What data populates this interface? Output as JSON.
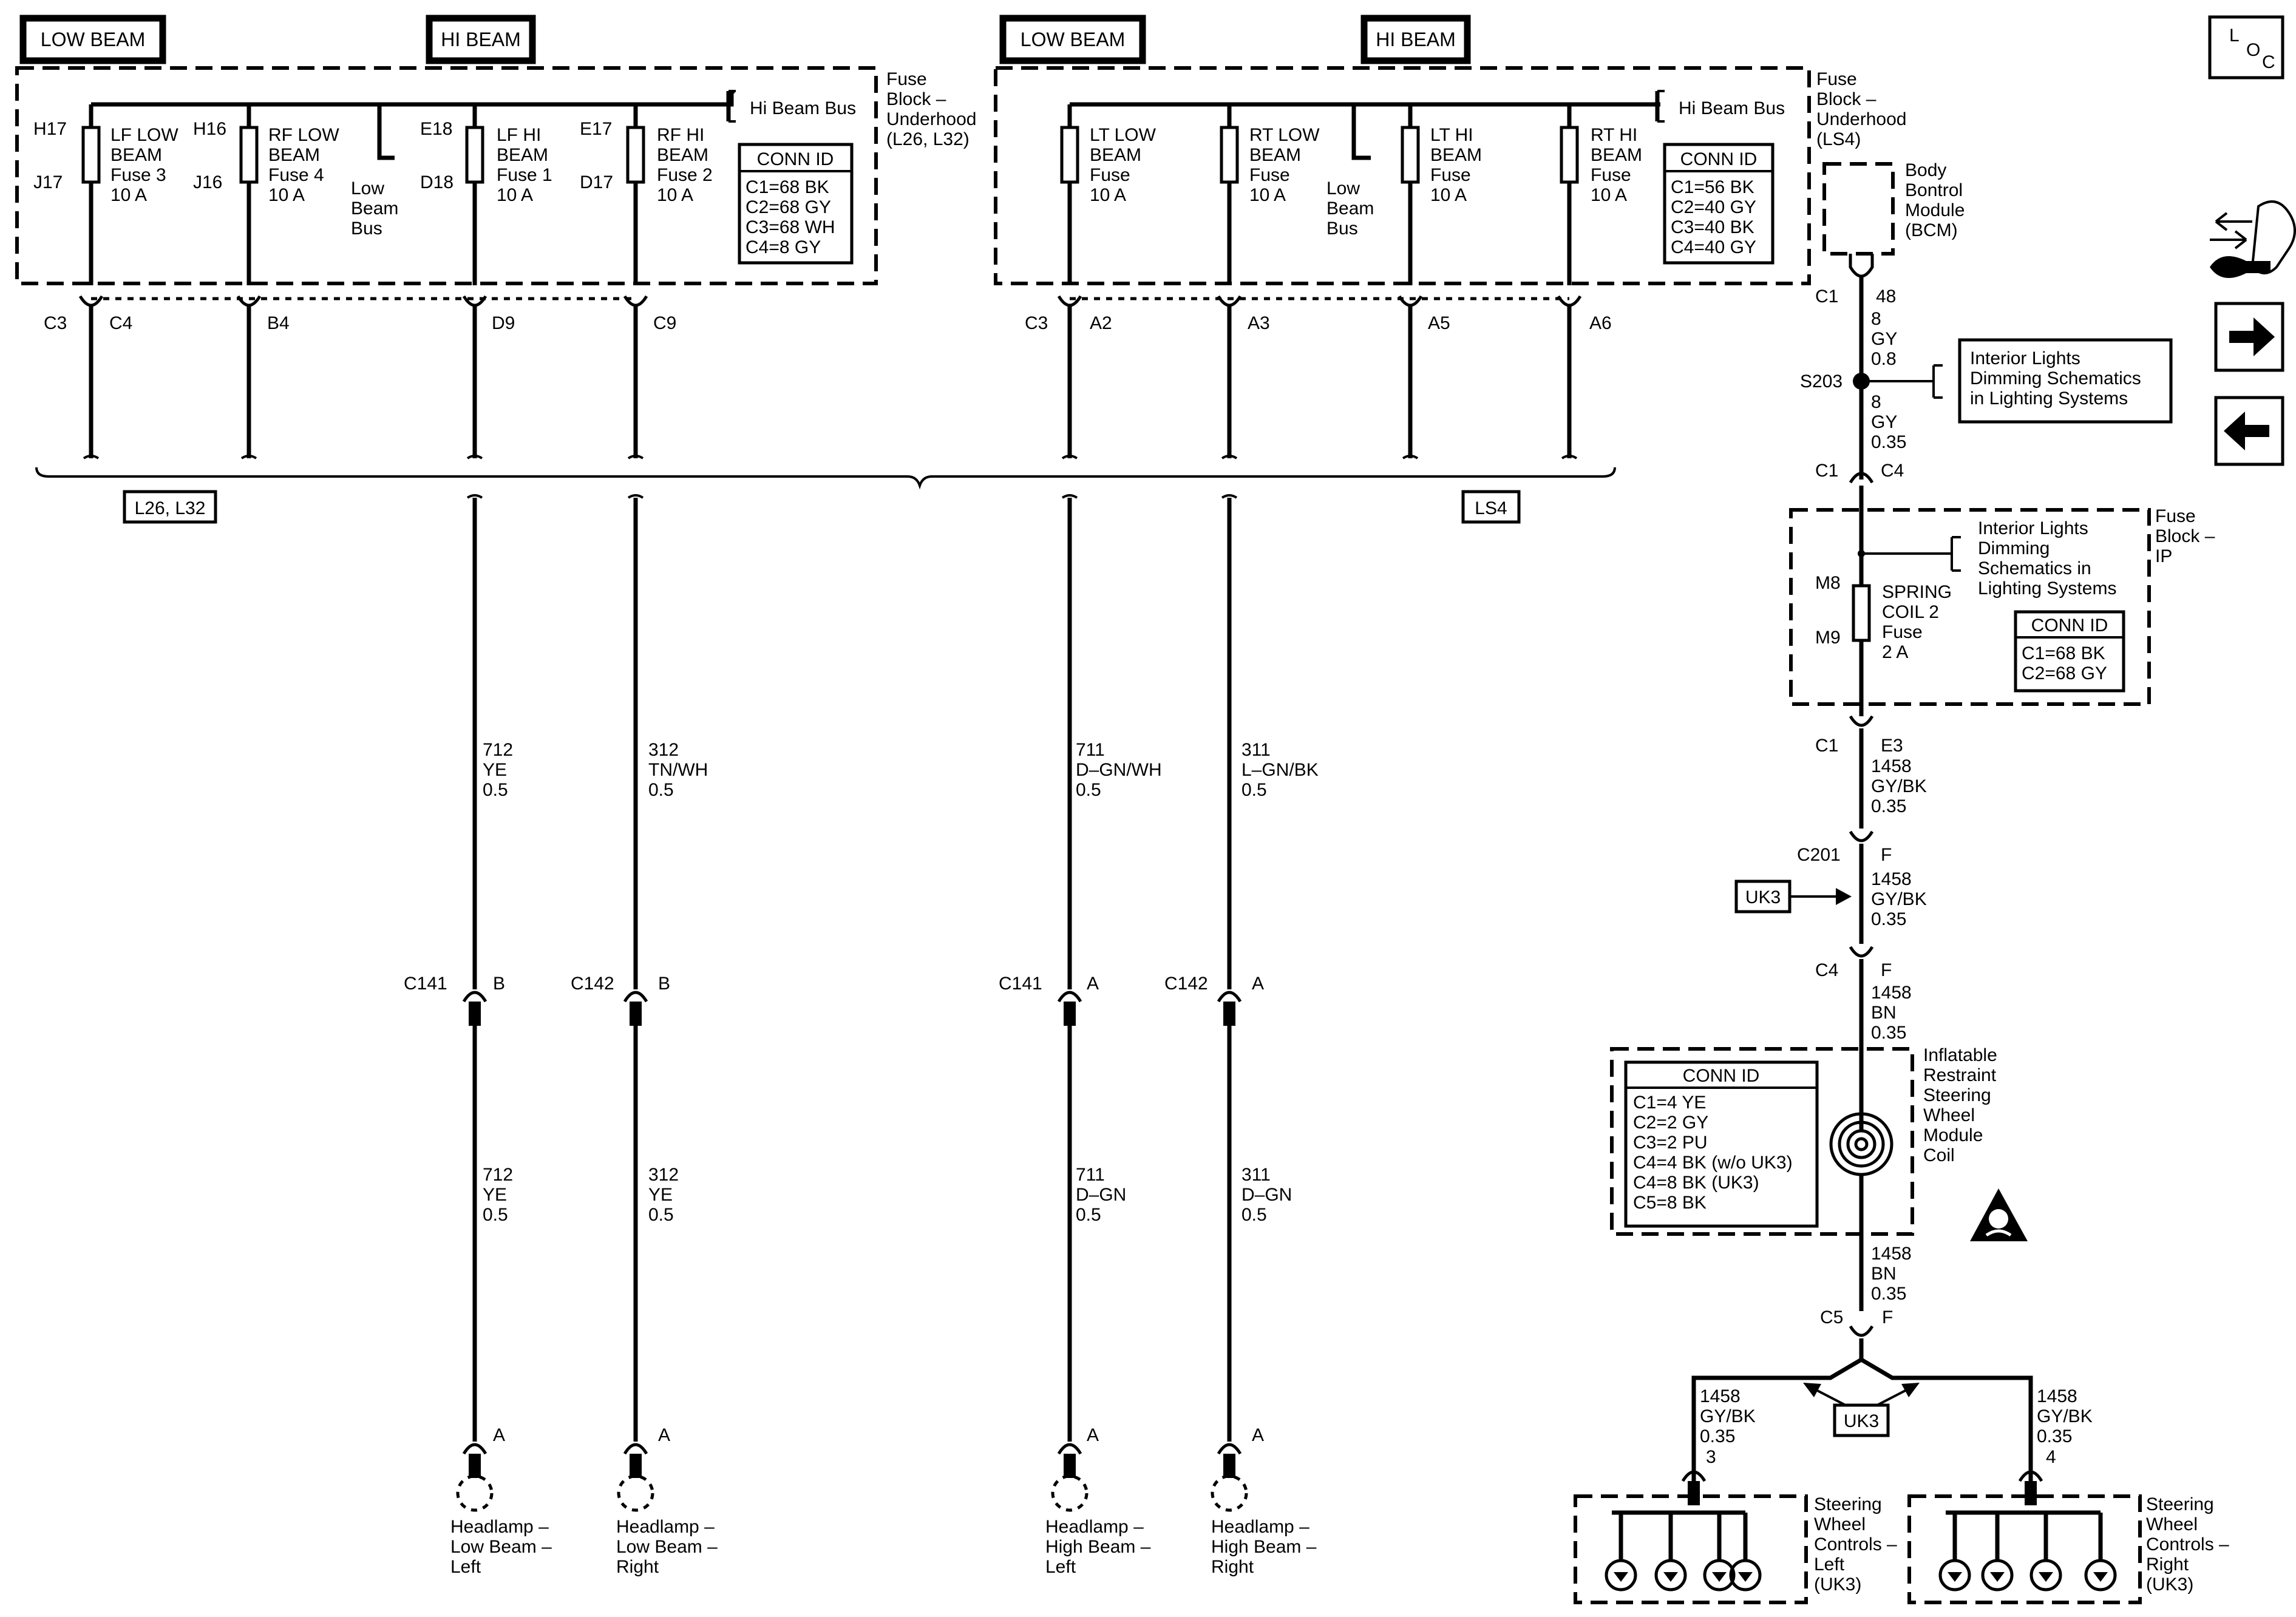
{
  "tabs": [
    {
      "id": "low1",
      "label": "LOW BEAM"
    },
    {
      "id": "hi1",
      "label": "HI BEAM"
    },
    {
      "id": "low2",
      "label": "LOW BEAM"
    },
    {
      "id": "hi2",
      "label": "HI BEAM"
    }
  ],
  "loc_icon": {
    "l": "L",
    "o": "O",
    "c": "C"
  },
  "fuse_block_l26": {
    "title": [
      "Fuse",
      "Block –",
      "Underhood",
      "(L26, L32)"
    ],
    "hi_beam_bus": "Hi Beam Bus",
    "low_beam_bus": [
      "Low",
      "Beam",
      "Bus"
    ],
    "conn_id": {
      "title": "CONN ID",
      "lines": [
        "C1=68 BK",
        "C2=68 GY",
        "C3=68 WH",
        "C4=8 GY"
      ]
    },
    "fuses": [
      {
        "top": "H17",
        "bottom": "J17",
        "label": [
          "LF LOW",
          "BEAM",
          "Fuse 3",
          "10 A"
        ]
      },
      {
        "top": "H16",
        "bottom": "J16",
        "label": [
          "RF LOW",
          "BEAM",
          "Fuse 4",
          "10 A"
        ]
      },
      {
        "top": "E18",
        "bottom": "D18",
        "label": [
          "LF HI",
          "BEAM",
          "Fuse 1",
          "10 A"
        ]
      },
      {
        "top": "E17",
        "bottom": "D17",
        "label": [
          "RF HI",
          "BEAM",
          "Fuse 2",
          "10 A"
        ]
      }
    ],
    "connectors": [
      "C3",
      "C4",
      "B4",
      "D9",
      "C9"
    ]
  },
  "fuse_block_ls4": {
    "title": [
      "Fuse",
      "Block –",
      "Underhood",
      "(LS4)"
    ],
    "hi_beam_bus": "Hi Beam Bus",
    "low_beam_bus": [
      "Low",
      "Beam",
      "Bus"
    ],
    "conn_id": {
      "title": "CONN ID",
      "lines": [
        "C1=56 BK",
        "C2=40 GY",
        "C3=40 BK",
        "C4=40 GY"
      ]
    },
    "fuses": [
      {
        "label": [
          "LT LOW",
          "BEAM",
          "Fuse",
          "10 A"
        ]
      },
      {
        "label": [
          "RT LOW",
          "BEAM",
          "Fuse",
          "10 A"
        ]
      },
      {
        "label": [
          "LT HI",
          "BEAM",
          "Fuse",
          "10 A"
        ]
      },
      {
        "label": [
          "RT HI",
          "BEAM",
          "Fuse",
          "10 A"
        ]
      }
    ],
    "connectors": [
      "C3",
      "A2",
      "A3",
      "A5",
      "A6"
    ]
  },
  "options": {
    "left": "L26, L32",
    "right": "LS4"
  },
  "wires": [
    {
      "upper": [
        "712",
        "YE",
        "0.5"
      ],
      "conn": "C141",
      "pin": "B",
      "lower": [
        "712",
        "YE",
        "0.5"
      ],
      "lamp_pin": "A",
      "lamp": [
        "Headlamp –",
        "Low Beam –",
        "Left"
      ]
    },
    {
      "upper": [
        "312",
        "TN/WH",
        "0.5"
      ],
      "conn": "C142",
      "pin": "B",
      "lower": [
        "312",
        "YE",
        "0.5"
      ],
      "lamp_pin": "A",
      "lamp": [
        "Headlamp –",
        "Low Beam –",
        "Right"
      ]
    },
    {
      "upper": [
        "711",
        "D–GN/WH",
        "0.5"
      ],
      "conn": "C141",
      "pin": "A",
      "lower": [
        "711",
        "D–GN",
        "0.5"
      ],
      "lamp_pin": "A",
      "lamp": [
        "Headlamp –",
        "High Beam –",
        "Left"
      ]
    },
    {
      "upper": [
        "311",
        "L–GN/BK",
        "0.5"
      ],
      "conn": "C142",
      "pin": "A",
      "lower": [
        "311",
        "D–GN",
        "0.5"
      ],
      "lamp_pin": "A",
      "lamp": [
        "Headlamp –",
        "High Beam –",
        "Right"
      ]
    }
  ],
  "bcm": {
    "label": [
      "Body",
      "Bontrol",
      "Module",
      "(BCM)"
    ],
    "conn": "C1",
    "pin": "48",
    "wire1": [
      "8",
      "GY",
      "0.8"
    ],
    "splice": "S203",
    "wire2": [
      "8",
      "GY",
      "0.35"
    ],
    "ref_box": [
      "Interior Lights",
      "Dimming Schematics",
      "in Lighting Systems"
    ]
  },
  "fuse_block_ip": {
    "c1": "C1",
    "c4": "C4",
    "title": [
      "Fuse",
      "Block –",
      "IP"
    ],
    "ref": [
      "Interior Lights",
      "Dimming",
      "Schematics in",
      "Lighting Systems"
    ],
    "top": "M8",
    "bottom": "M9",
    "fuse": [
      "SPRING",
      "COIL 2",
      "Fuse",
      "2 A"
    ],
    "conn_id": {
      "title": "CONN ID",
      "lines": [
        "C1=68 BK",
        "C2=68 GY"
      ]
    },
    "out_conn": "C1",
    "out_pin": "E3",
    "wire": [
      "1458",
      "GY/BK",
      "0.35"
    ]
  },
  "c201": {
    "conn": "C201",
    "pin": "F",
    "wire": [
      "1458",
      "GY/BK",
      "0.35"
    ],
    "option": "UK3"
  },
  "c4_coil": {
    "conn": "C4",
    "pin": "F",
    "wire": [
      "1458",
      "BN",
      "0.35"
    ]
  },
  "coil": {
    "label": [
      "Inflatable",
      "Restraint",
      "Steering",
      "Wheel",
      "Module",
      "Coil"
    ],
    "conn_id": {
      "title": "CONN ID",
      "lines": [
        "C1=4 YE",
        "C2=2 GY",
        "C3=2 PU",
        "C4=4 BK (w/o UK3)",
        "C4=8 BK (UK3)",
        "C5=8 BK"
      ]
    },
    "wire_out": [
      "1458",
      "BN",
      "0.35"
    ],
    "out_conn": "C5",
    "out_pin": "F"
  },
  "steering_controls": {
    "option": "UK3",
    "left": {
      "wire": [
        "1458",
        "GY/BK",
        "0.35"
      ],
      "pin": "3",
      "label": [
        "Steering",
        "Wheel",
        "Controls –",
        "Left",
        "(UK3)"
      ]
    },
    "right": {
      "wire": [
        "1458",
        "GY/BK",
        "0.35"
      ],
      "pin": "4",
      "label": [
        "Steering",
        "Wheel",
        "Controls –",
        "Right",
        "(UK3)"
      ]
    }
  }
}
